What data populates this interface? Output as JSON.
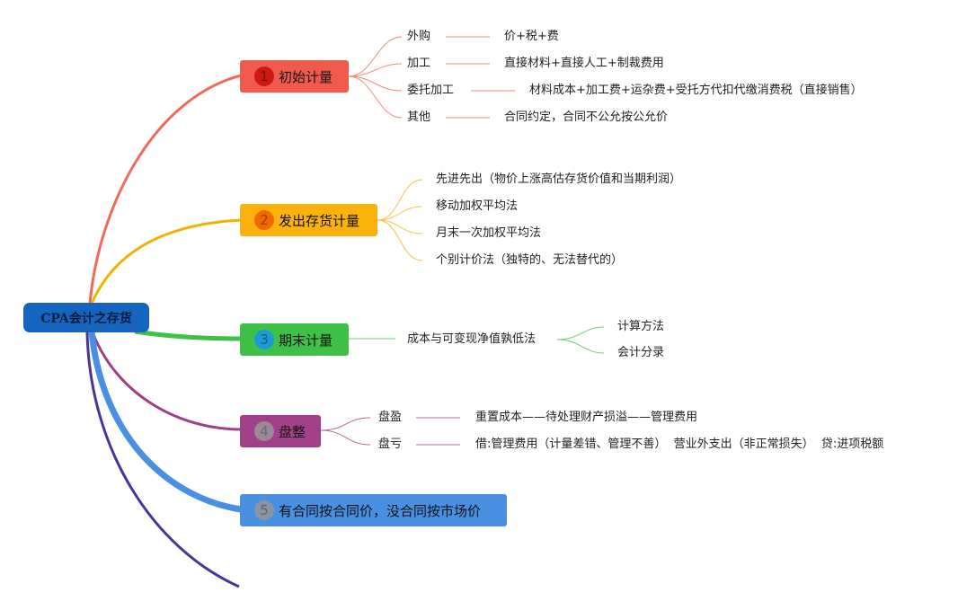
{
  "root": {
    "label": "CPA会计之存货"
  },
  "topics": [
    {
      "num": "1",
      "label": "初始计量",
      "color": "#f15b4e",
      "badge": "#cc1a10",
      "badge_text": "#7a1008"
    },
    {
      "num": "2",
      "label": "发出存货计量",
      "color": "#fbb20c",
      "badge": "#f06a00",
      "badge_text": "#9a3e00"
    },
    {
      "num": "3",
      "label": "期末计量",
      "color": "#40c046",
      "badge": "#1e9bd7",
      "badge_text": "#0e5f85"
    },
    {
      "num": "4",
      "label": "盘整",
      "color": "#a3408a",
      "badge": "#9a8a96",
      "badge_text": "#6f6570"
    },
    {
      "num": "5",
      "label": "有合同按合同价，没合同按市场价",
      "color": "#4a90e2",
      "badge": "#8a95a2",
      "badge_text": "#5c6570"
    }
  ],
  "initial": [
    {
      "label": "外购",
      "value": "价+税+费"
    },
    {
      "label": "加工",
      "value": "直接材料+直接人工+制裁费用"
    },
    {
      "label": "委托加工",
      "value": "材料成本+加工费+运杂费+受托方代扣代缴消费税（直接销售）"
    },
    {
      "label": "其他",
      "value": "合同约定，合同不公允按公允价"
    }
  ],
  "issue_methods": [
    "先进先出（物价上涨高估存货价值和当期利润）",
    "移动加权平均法",
    "月末一次加权平均法",
    "个别计价法（独特的、无法替代的）"
  ],
  "period_end": {
    "label": "成本与可变现净值孰低法",
    "children": [
      "计算方法",
      "会计分录"
    ]
  },
  "stocktake": [
    {
      "label": "盘盈",
      "value": "重置成本——待处理财产损溢——管理费用"
    },
    {
      "label": "盘亏",
      "value": "借:管理费用（计量差错、管理不善）  营业外支出（非正常损失）  贷:进项税额"
    }
  ],
  "colors": {
    "root": "#1565c0",
    "extra_branch": "#4a3399"
  }
}
